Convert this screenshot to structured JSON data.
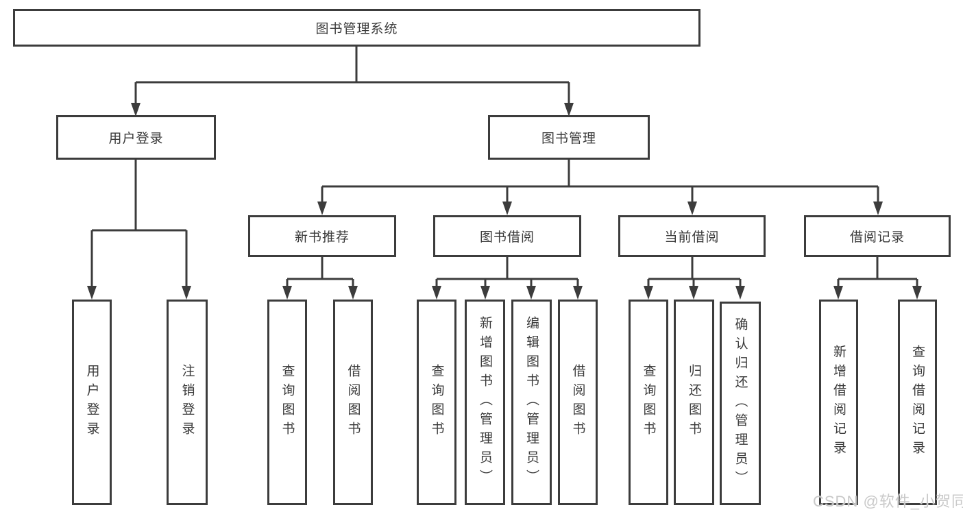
{
  "diagram": {
    "watermark": "CSDN @软件_小贺同学",
    "colors": {
      "line": "#3c3c3c",
      "box_border": "#3c3c3c",
      "text": "#3a3a3a",
      "background": "#ffffff",
      "watermark": "#c9c9c9"
    },
    "tree": {
      "label": "图书管理系统",
      "children": [
        {
          "label": "用户登录",
          "children": [
            {
              "label": "用户登录"
            },
            {
              "label": "注销登录"
            }
          ]
        },
        {
          "label": "图书管理",
          "children": [
            {
              "label": "新书推荐",
              "children": [
                {
                  "label": "查询图书"
                },
                {
                  "label": "借阅图书"
                }
              ]
            },
            {
              "label": "图书借阅",
              "children": [
                {
                  "label": "查询图书"
                },
                {
                  "label": "新增图书（管理员）"
                },
                {
                  "label": "编辑图书（管理员）"
                },
                {
                  "label": "借阅图书"
                }
              ]
            },
            {
              "label": "当前借阅",
              "children": [
                {
                  "label": "查询图书"
                },
                {
                  "label": "归还图书"
                },
                {
                  "label": "确认归还（管理员）"
                }
              ]
            },
            {
              "label": "借阅记录",
              "children": [
                {
                  "label": "新增借阅记录"
                },
                {
                  "label": "查询借阅记录"
                }
              ]
            }
          ]
        }
      ]
    }
  }
}
